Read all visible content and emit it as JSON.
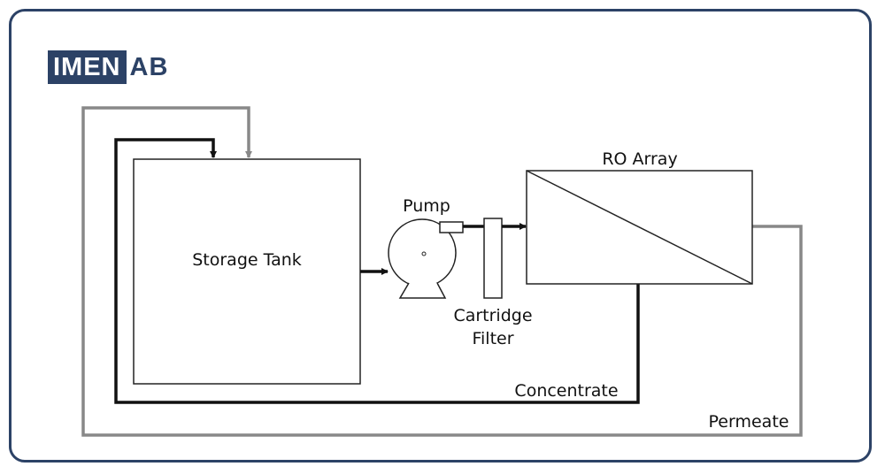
{
  "logo": {
    "left": "IMEN",
    "right": "AB"
  },
  "labels": {
    "storage_tank": "Storage Tank",
    "pump": "Pump",
    "cartridge_filter_line1": "Cartridge",
    "cartridge_filter_line2": "Filter",
    "ro_array": "RO Array",
    "concentrate": "Concentrate",
    "permeate": "Permeate"
  },
  "colors": {
    "frame": "#2c4266",
    "concentrate_line": "#111111",
    "permeate_line": "#888888"
  }
}
